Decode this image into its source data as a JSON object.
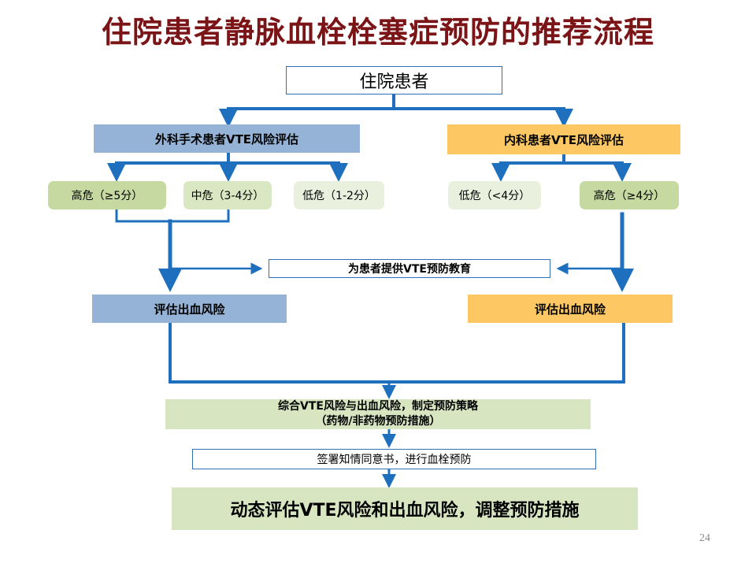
{
  "title": "住院患者静脉血栓栓塞症预防的推荐流程",
  "start": "住院患者",
  "surgical_assess": "外科手术患者VTE风险评估",
  "medical_assess": "内科患者VTE风险评估",
  "surgical_levels": [
    "高危（≥5分）",
    "中危（3-4分）",
    "低危（1-2分）"
  ],
  "medical_levels": [
    "低危（<4分）",
    "高危（≥4分）"
  ],
  "education": "为患者提供VTE预防教育",
  "bleed_left": "评估出血风险",
  "bleed_right": "评估出血风险",
  "strategy_line1": "综合VTE风险与出血风险，制定预防策略",
  "strategy_line2": "（药物/非药物预防措施）",
  "consent": "签署知情同意书，进行血栓预防",
  "dynamic": "动态评估VTE风险和出血风险，调整预防措施",
  "page_number": "24",
  "colors": {
    "title": "#7b1416",
    "arrow": "#1f6fbf",
    "blue_box": "#95b3d7",
    "gold_box": "#fdc864",
    "green_box": "#c5d9a0"
  }
}
